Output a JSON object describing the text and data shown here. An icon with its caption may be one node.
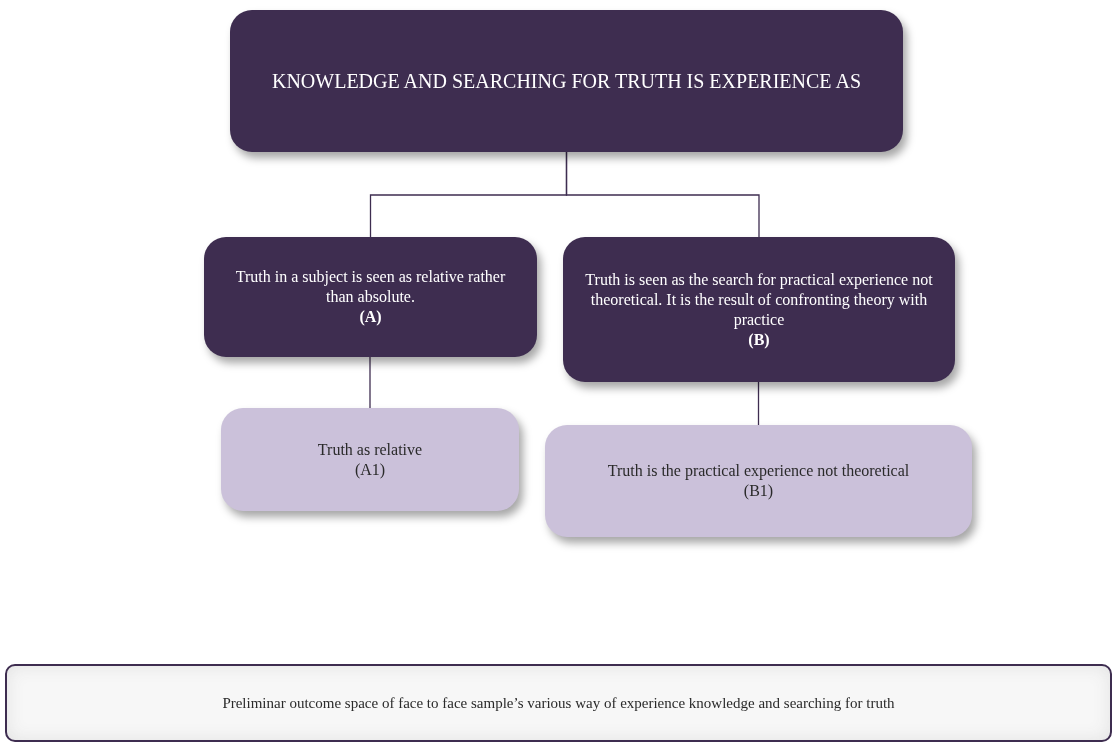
{
  "diagram": {
    "nodes": [
      {
        "text": [
          "KNOWLEDGE AND SEARCHING FOR TRUTH IS EXPERIENCE AS"
        ]
      },
      {
        "text": [
          "Truth in a subject is seen as relative rather than absolute.",
          "(A)"
        ]
      },
      {
        "text": [
          "Truth is seen as the search for practical experience not theoretical. It is the result of confronting theory with practice",
          "(B)"
        ]
      },
      {
        "text": [
          "Truth as relative",
          "(A1)"
        ]
      },
      {
        "text": [
          "Truth is the practical experience not theoretical",
          "(B1)"
        ]
      },
      {
        "text": [
          "Preliminar outcome space of face to face sample’s various way of experience knowledge and searching for truth"
        ]
      }
    ],
    "edges": [
      {
        "from": 0,
        "to": 1,
        "arrow": "none"
      },
      {
        "from": 0,
        "to": 2,
        "arrow": "none"
      },
      {
        "from": 1,
        "to": 3,
        "arrow": "none"
      },
      {
        "from": 2,
        "to": 4,
        "arrow": "none"
      }
    ]
  }
}
